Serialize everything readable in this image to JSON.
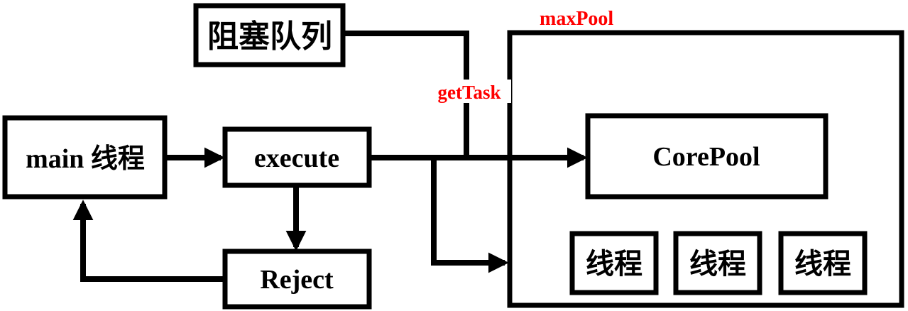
{
  "diagram": {
    "nodes": {
      "blocking_queue": "阻塞队列",
      "main_thread": "main 线程",
      "execute": "execute",
      "reject": "Reject",
      "core_pool": "CorePool",
      "thread_1": "线程",
      "thread_2": "线程",
      "thread_3": "线程"
    },
    "annotations": {
      "max_pool": "maxPool",
      "get_task": "getTask"
    },
    "container": {
      "label": "maxPool",
      "children": [
        "core_pool",
        "thread_1",
        "thread_2",
        "thread_3"
      ]
    },
    "edges": [
      {
        "from": "main_thread",
        "to": "execute"
      },
      {
        "from": "execute",
        "to": "reject"
      },
      {
        "from": "reject",
        "to": "main_thread"
      },
      {
        "from": "execute",
        "to": "core_pool"
      },
      {
        "from": "blocking_queue",
        "to": "execute_core_pool_line",
        "label": "getTask"
      },
      {
        "from": "execute_core_pool_line",
        "to": "max_pool_container"
      }
    ],
    "colors": {
      "line": "#000000",
      "box_border": "#000000",
      "box_fill": "#ffffff",
      "queue_fill": "#b9dce8",
      "annotation_text": "#ff0000",
      "background": "#ffffff"
    }
  }
}
